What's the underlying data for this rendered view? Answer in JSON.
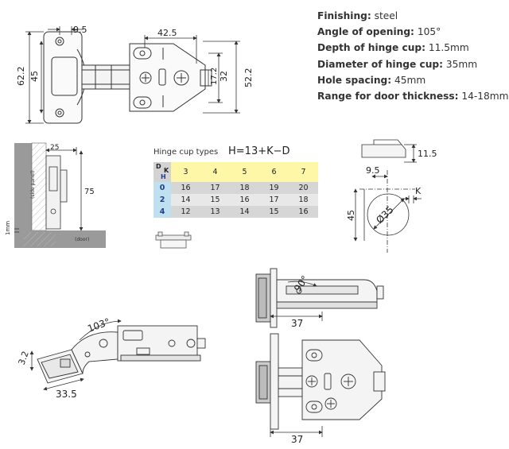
{
  "specs": [
    {
      "label": "Finishing:",
      "value": "steel"
    },
    {
      "label": "Angle of opening:",
      "value": "105°"
    },
    {
      "label": "Depth of hinge cup:",
      "value": "11.5mm"
    },
    {
      "label": "Diameter of hinge cup:",
      "value": "35mm"
    },
    {
      "label": "Hole spacing:",
      "value": "45mm"
    },
    {
      "label": "Range for door thickness:",
      "value": "14-18mm"
    }
  ],
  "top_view": {
    "dim_95": "9.5",
    "dim_425": "42.5",
    "dim_622": "62.2",
    "dim_45": "45",
    "dim_32": "32",
    "dim_172": "17.2",
    "dim_522": "52.2"
  },
  "side_install": {
    "dim_25": "25",
    "dim_75": "75",
    "dim_1mm": "1mm",
    "side_panel_label": "(side panel)",
    "door_label": "(door)"
  },
  "cup_table": {
    "title": "Hinge cup types",
    "formula": "H=13+K−D",
    "corner": {
      "d": "D",
      "k": "K",
      "h": "H"
    },
    "k_values": [
      "3",
      "4",
      "5",
      "6",
      "7"
    ],
    "rows": [
      {
        "d": "0",
        "values": [
          "16",
          "17",
          "18",
          "19",
          "20"
        ]
      },
      {
        "d": "2",
        "values": [
          "14",
          "15",
          "16",
          "17",
          "18"
        ]
      },
      {
        "d": "4",
        "values": [
          "12",
          "13",
          "14",
          "15",
          "16"
        ]
      }
    ]
  },
  "cup_detail": {
    "dim_115": "11.5",
    "dim_95": "9.5",
    "k_label": "K",
    "dim_45": "45",
    "dia_35": "Ø35"
  },
  "open_view": {
    "angle": "103°",
    "dim_32": "3.2",
    "dim_335": "33.5"
  },
  "right_views": {
    "angle": "90°",
    "dim_37_top": "37",
    "dim_37_bottom": "37"
  },
  "colors": {
    "line": "#333333",
    "panel_gray": "#9a9a9a",
    "table_yellow": "#fff7a8",
    "table_blue": "#bfe1ef",
    "table_gray": "#d6d6d6"
  }
}
